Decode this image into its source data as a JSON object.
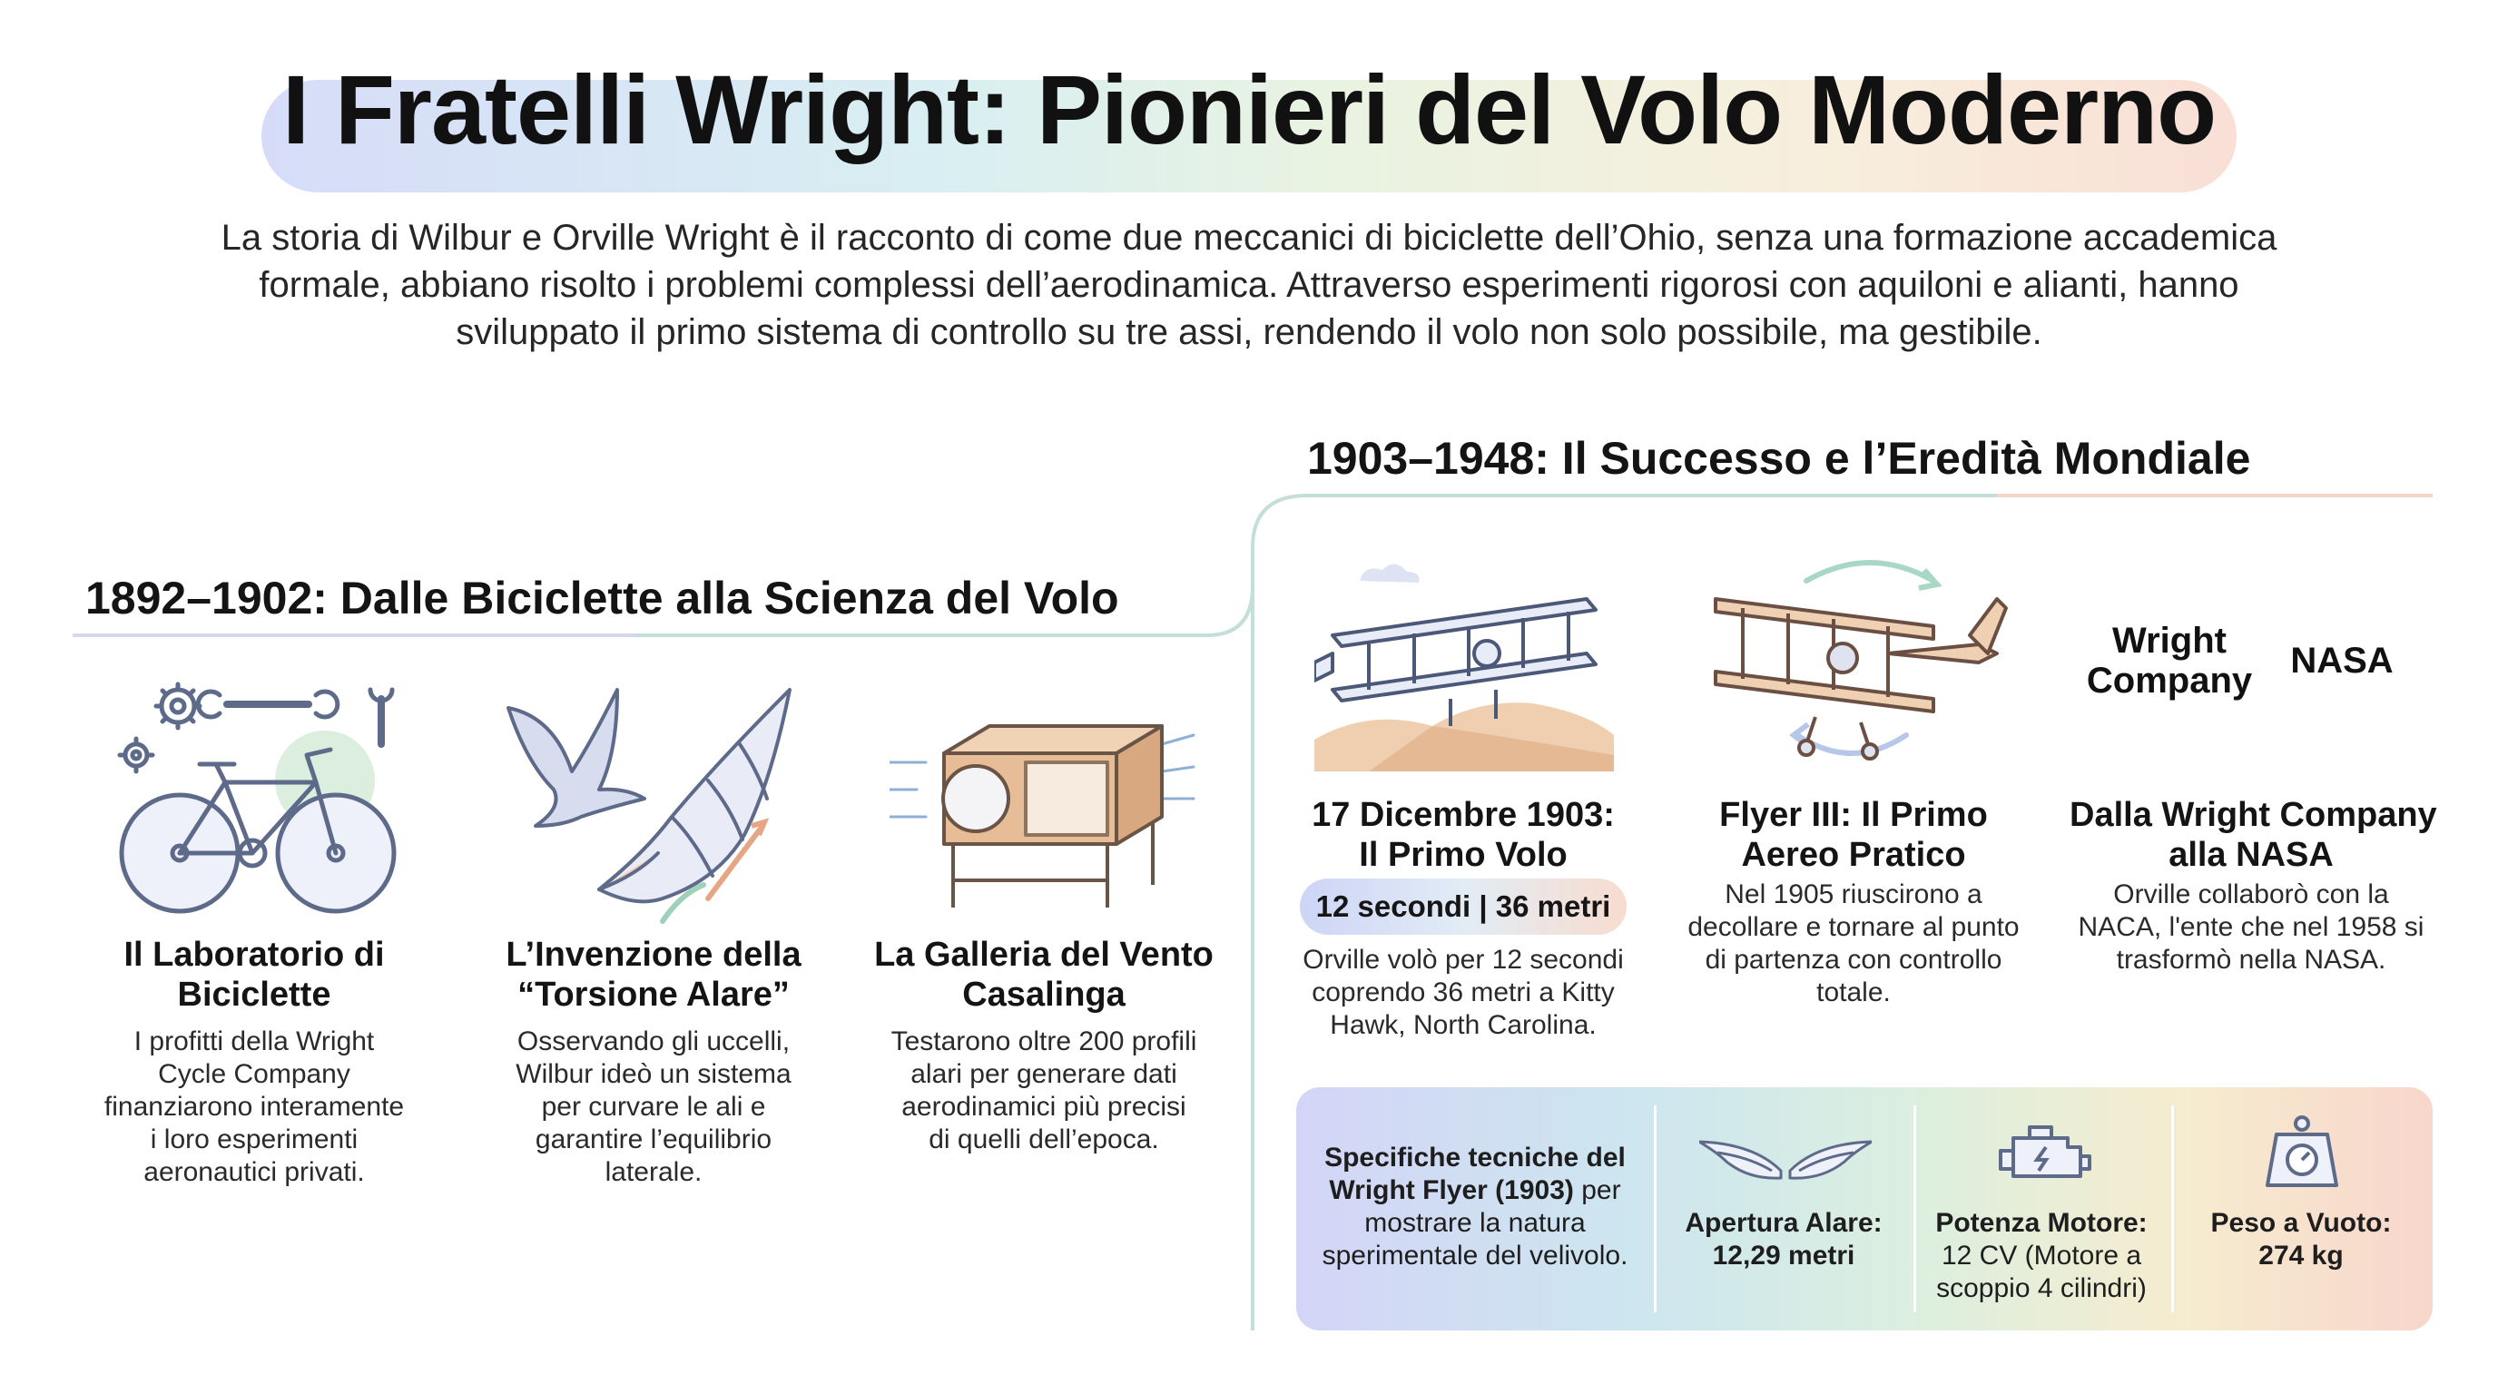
{
  "header": {
    "title": "I Fratelli Wright: Pionieri del Volo Moderno",
    "intro_lines": [
      "La storia di Wilbur e Orville Wright è il racconto di come due meccanici di biciclette dell’Ohio, senza una formazione accademica",
      "formale, abbiano risolto i problemi complessi dell’aerodinamica. Attraverso esperimenti rigorosi con aquiloni e alianti, hanno",
      "sviluppato il primo sistema di controllo su tre assi, rendendo il volo non solo possibile, ma gestibile."
    ]
  },
  "section_early": {
    "title": "1892–1902: Dalle Biciclette alla Scienza del Volo",
    "cards": [
      {
        "icon": "bicycle-tools-icon",
        "title_lines": [
          "Il Laboratorio di",
          "Biciclette"
        ],
        "text_lines": [
          "I profitti della Wright",
          "Cycle Company",
          "finanziarono interamente",
          "i loro esperimenti",
          "aeronautici privati."
        ]
      },
      {
        "icon": "bird-wing-icon",
        "title_lines": [
          "L’Invenzione della",
          "“Torsione Alare”"
        ],
        "text_lines": [
          "Osservando gli uccelli,",
          "Wilbur ideò un sistema",
          "per curvare le ali e",
          "garantire l’equilibrio",
          "laterale."
        ]
      },
      {
        "icon": "wind-tunnel-icon",
        "title_lines": [
          "La Galleria del Vento",
          "Casalinga"
        ],
        "text_lines": [
          "Testarono oltre 200 profili",
          "alari per generare dati",
          "aerodinamici più precisi",
          "di quelli dell’epoca."
        ]
      }
    ]
  },
  "section_success": {
    "title": "1903–1948: Il Successo e l’Eredità Mondiale",
    "cards": [
      {
        "icon": "wright-flyer-icon",
        "title_lines": [
          "17 Dicembre 1903:",
          "Il Primo Volo"
        ],
        "badge": "12 secondi | 36 metri",
        "text_lines": [
          "Orville volò per 12 secondi",
          "coprendo 36 metri a Kitty",
          "Hawk, North Carolina."
        ]
      },
      {
        "icon": "flyer-iii-icon",
        "title_lines": [
          "Flyer III: Il Primo",
          "Aereo Pratico"
        ],
        "text_lines": [
          "Nel 1905 riuscirono a",
          "decollare e tornare al punto",
          "di partenza con controllo",
          "totale."
        ]
      },
      {
        "logos": {
          "wright_lines": [
            "Wright",
            "Company"
          ],
          "nasa": "NASA"
        },
        "title_lines": [
          "Dalla Wright Company",
          "alla NASA"
        ],
        "text_lines": [
          "Orville collaborò con la",
          "NACA, l'ente che nel 1958 si",
          "trasformò nella NASA."
        ]
      }
    ]
  },
  "specs": {
    "intro_bold_lines": [
      "Specifiche tecniche del",
      "Wright Flyer (1903)"
    ],
    "intro_rest_first": " per",
    "intro_lines": [
      "mostrare la natura",
      "sperimentale del velivolo."
    ],
    "items": [
      {
        "icon": "wings-icon",
        "label": "Apertura Alare:",
        "value_lines": [
          "12,29 metri"
        ]
      },
      {
        "icon": "engine-icon",
        "label": "Potenza Motore:",
        "value_lines": [
          "12 CV (Motore a",
          "scoppio 4 cilindri)"
        ]
      },
      {
        "icon": "weight-icon",
        "label": "Peso a Vuoto:",
        "value_lines": [
          "274 kg"
        ]
      }
    ]
  },
  "colors": {
    "connector_line": "#b9dcd6",
    "panel_gradient": [
      "#d3d5f6",
      "#cde6ef",
      "#dcefdf",
      "#f6eccf",
      "#f8d6cb"
    ],
    "icon_stroke": "#5e6a8a"
  }
}
